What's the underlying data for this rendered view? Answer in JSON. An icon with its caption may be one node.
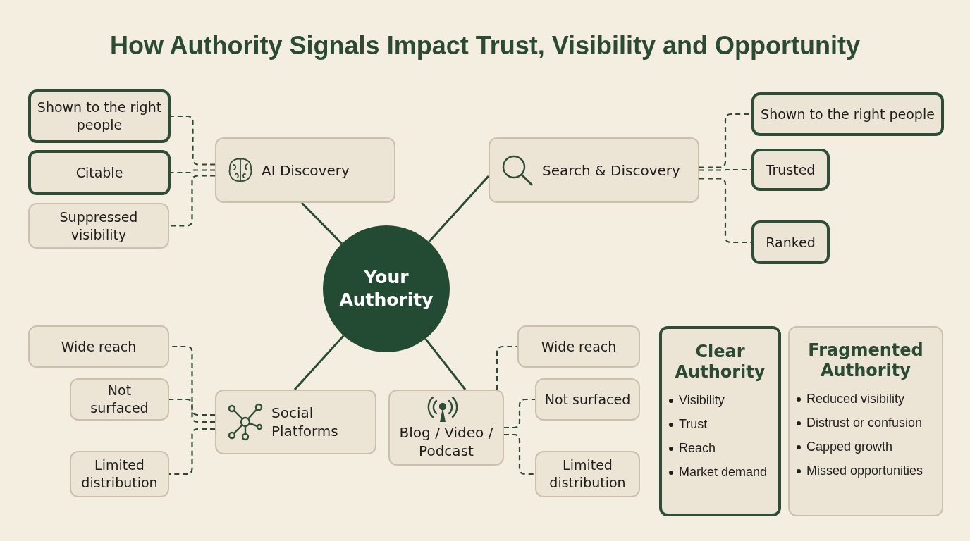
{
  "diagram": {
    "title": "How Authority Signals Impact Trust, Visibility and Opportunity",
    "nodes": [
      {
        "text": [
          "Your Authority"
        ]
      },
      {
        "text": [
          "AI Discovery"
        ]
      },
      {
        "text": [
          "Search & Discovery"
        ]
      },
      {
        "text": [
          "Social Platforms"
        ]
      },
      {
        "text": [
          "Blog / Video / Podcast"
        ]
      },
      {
        "text": [
          "Shown to the right people"
        ]
      },
      {
        "text": [
          "Citable"
        ]
      },
      {
        "text": [
          "Suppressed visibility"
        ]
      },
      {
        "text": [
          "Shown to the right people"
        ]
      },
      {
        "text": [
          "Trusted"
        ]
      },
      {
        "text": [
          "Ranked"
        ]
      },
      {
        "text": [
          "Wide reach"
        ]
      },
      {
        "text": [
          "Not surfaced"
        ]
      },
      {
        "text": [
          "Limited distribution"
        ]
      },
      {
        "text": [
          "Wide reach"
        ]
      },
      {
        "text": [
          "Not surfaced"
        ]
      },
      {
        "text": [
          "Limited distribution"
        ]
      },
      {
        "text": [
          "Clear Authority",
          "Visibility",
          "Trust",
          "Reach",
          "Market demand"
        ]
      },
      {
        "text": [
          "Fragmented Authority",
          "Reduced visibility",
          "Distrust or confusion",
          "Capped growth",
          "Missed opportunities"
        ]
      }
    ],
    "edges": [
      {
        "from": 0,
        "to": 1,
        "arrow": "none"
      },
      {
        "from": 0,
        "to": 2,
        "arrow": "none"
      },
      {
        "from": 0,
        "to": 3,
        "arrow": "none"
      },
      {
        "from": 0,
        "to": 4,
        "arrow": "none"
      },
      {
        "from": 1,
        "to": 5,
        "arrow": "none",
        "style": "dashed"
      },
      {
        "from": 1,
        "to": 6,
        "arrow": "none",
        "style": "dashed"
      },
      {
        "from": 1,
        "to": 7,
        "arrow": "none",
        "style": "dashed"
      },
      {
        "from": 2,
        "to": 8,
        "arrow": "none",
        "style": "dashed"
      },
      {
        "from": 2,
        "to": 9,
        "arrow": "none",
        "style": "dashed"
      },
      {
        "from": 2,
        "to": 10,
        "arrow": "none",
        "style": "dashed"
      },
      {
        "from": 3,
        "to": 11,
        "arrow": "none",
        "style": "dashed"
      },
      {
        "from": 3,
        "to": 12,
        "arrow": "none",
        "style": "dashed"
      },
      {
        "from": 3,
        "to": 13,
        "arrow": "none",
        "style": "dashed"
      },
      {
        "from": 4,
        "to": 14,
        "arrow": "none",
        "style": "dashed"
      },
      {
        "from": 4,
        "to": 15,
        "arrow": "none",
        "style": "dashed"
      },
      {
        "from": 4,
        "to": 16,
        "arrow": "none",
        "style": "dashed"
      }
    ]
  }
}
